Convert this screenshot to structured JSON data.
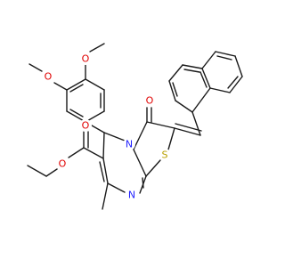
{
  "molecule": {
    "colors": {
      "carbon_bond": "#1a1a1a",
      "oxygen": "#e00000",
      "nitrogen": "#2020ff",
      "sulfur": "#b8a000",
      "background": "#ffffff"
    },
    "atom_labels": {
      "o_methoxy_top": "O",
      "o_methoxy_left": "O",
      "o_carbonyl_ring": "O",
      "o_ester_carbonyl": "O",
      "o_ester_ether": "O",
      "n_bridge": "N",
      "n_ring": "N",
      "s_ring": "S"
    }
  }
}
